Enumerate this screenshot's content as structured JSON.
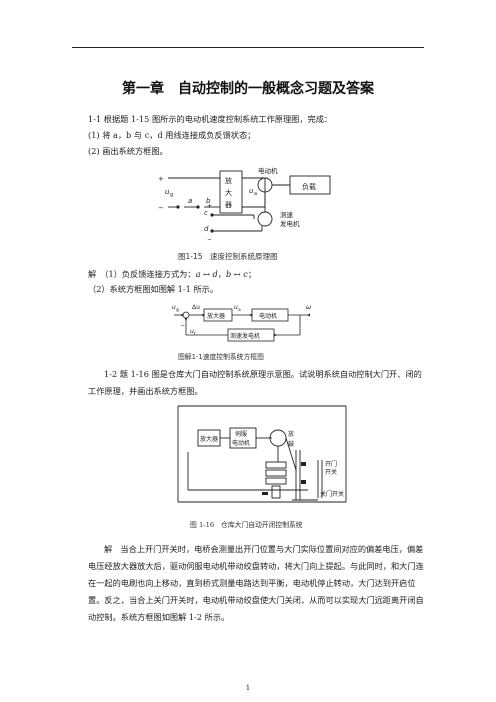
{
  "title": "第一章　自动控制的一般概念习题及答案",
  "p1": {
    "q": "1-1  根据题 1-15 图所示的电动机速度控制系统工作原理图，完成：",
    "i1": "(1)  将 a，b 与 c，d 用线连接成负反馈状态；",
    "i2": "(2)  画出系统方框图。"
  },
  "fig15": {
    "caption": "图1-15　速度控制系统原理图",
    "amp": [
      "放",
      "大",
      "器"
    ],
    "motor": "电动机",
    "load": "负载",
    "gen": [
      "测速",
      "发电机"
    ],
    "plus": "+",
    "minus": "−",
    "ug": "u",
    "ug_sub": "g",
    "ua": "u",
    "ua_sub": "a",
    "a": "a",
    "b": "b",
    "c": "c",
    "d": "d"
  },
  "sol1": {
    "l1": "解　（1）负反馈连接方式为：",
    "conn1": "a ↔ d",
    "sep": "，",
    "conn2": "b ↔ c",
    "end": "；",
    "l2": "（2）系统方框图如图解 1-1 所示。"
  },
  "figS1": {
    "caption": "图解1-1速度控制系统方框图",
    "amp": "放大器",
    "motor": "电动机",
    "gen": "测速发电机",
    "ug": "u",
    "ug_sub": "g",
    "du": "Δu",
    "ua": "u",
    "ua_sub": "a",
    "w": "ω",
    "minus": "−",
    "uf": "u",
    "uf_sub": "f"
  },
  "p2": {
    "q": "1-2  题 1-16 图是仓库大门自动控制系统原理示意图。试说明系统自动控制大门开、闭的工作原理，并画出系统方框图。"
  },
  "fig16": {
    "caption": "图 1-16　仓库大门自动开闭控制系统",
    "amp": "放大器",
    "motor": [
      "伺服",
      "电动机"
    ],
    "door": [
      "放",
      "鼓"
    ],
    "open": [
      "开门",
      "开关"
    ],
    "close": "关门开关"
  },
  "sol2": {
    "text": "解　当合上开门开关时，电桥会测量出开门位置与大门实际位置间对应的偏差电压，偏差电压经放大器放大后，驱动伺服电动机带动绞盘转动，将大门向上提起。与此同时，和大门连在一起的电刷也向上移动，直到桥式测量电路达到平衡，电动机停止转动，大门达到开启位置。反之，当合上关门开关时，电动机带动绞盘使大门关闭，从而可以实现大门远距离开闭自动控制。系统方框图如图解 1-2 所示。"
  },
  "page_number": "1"
}
